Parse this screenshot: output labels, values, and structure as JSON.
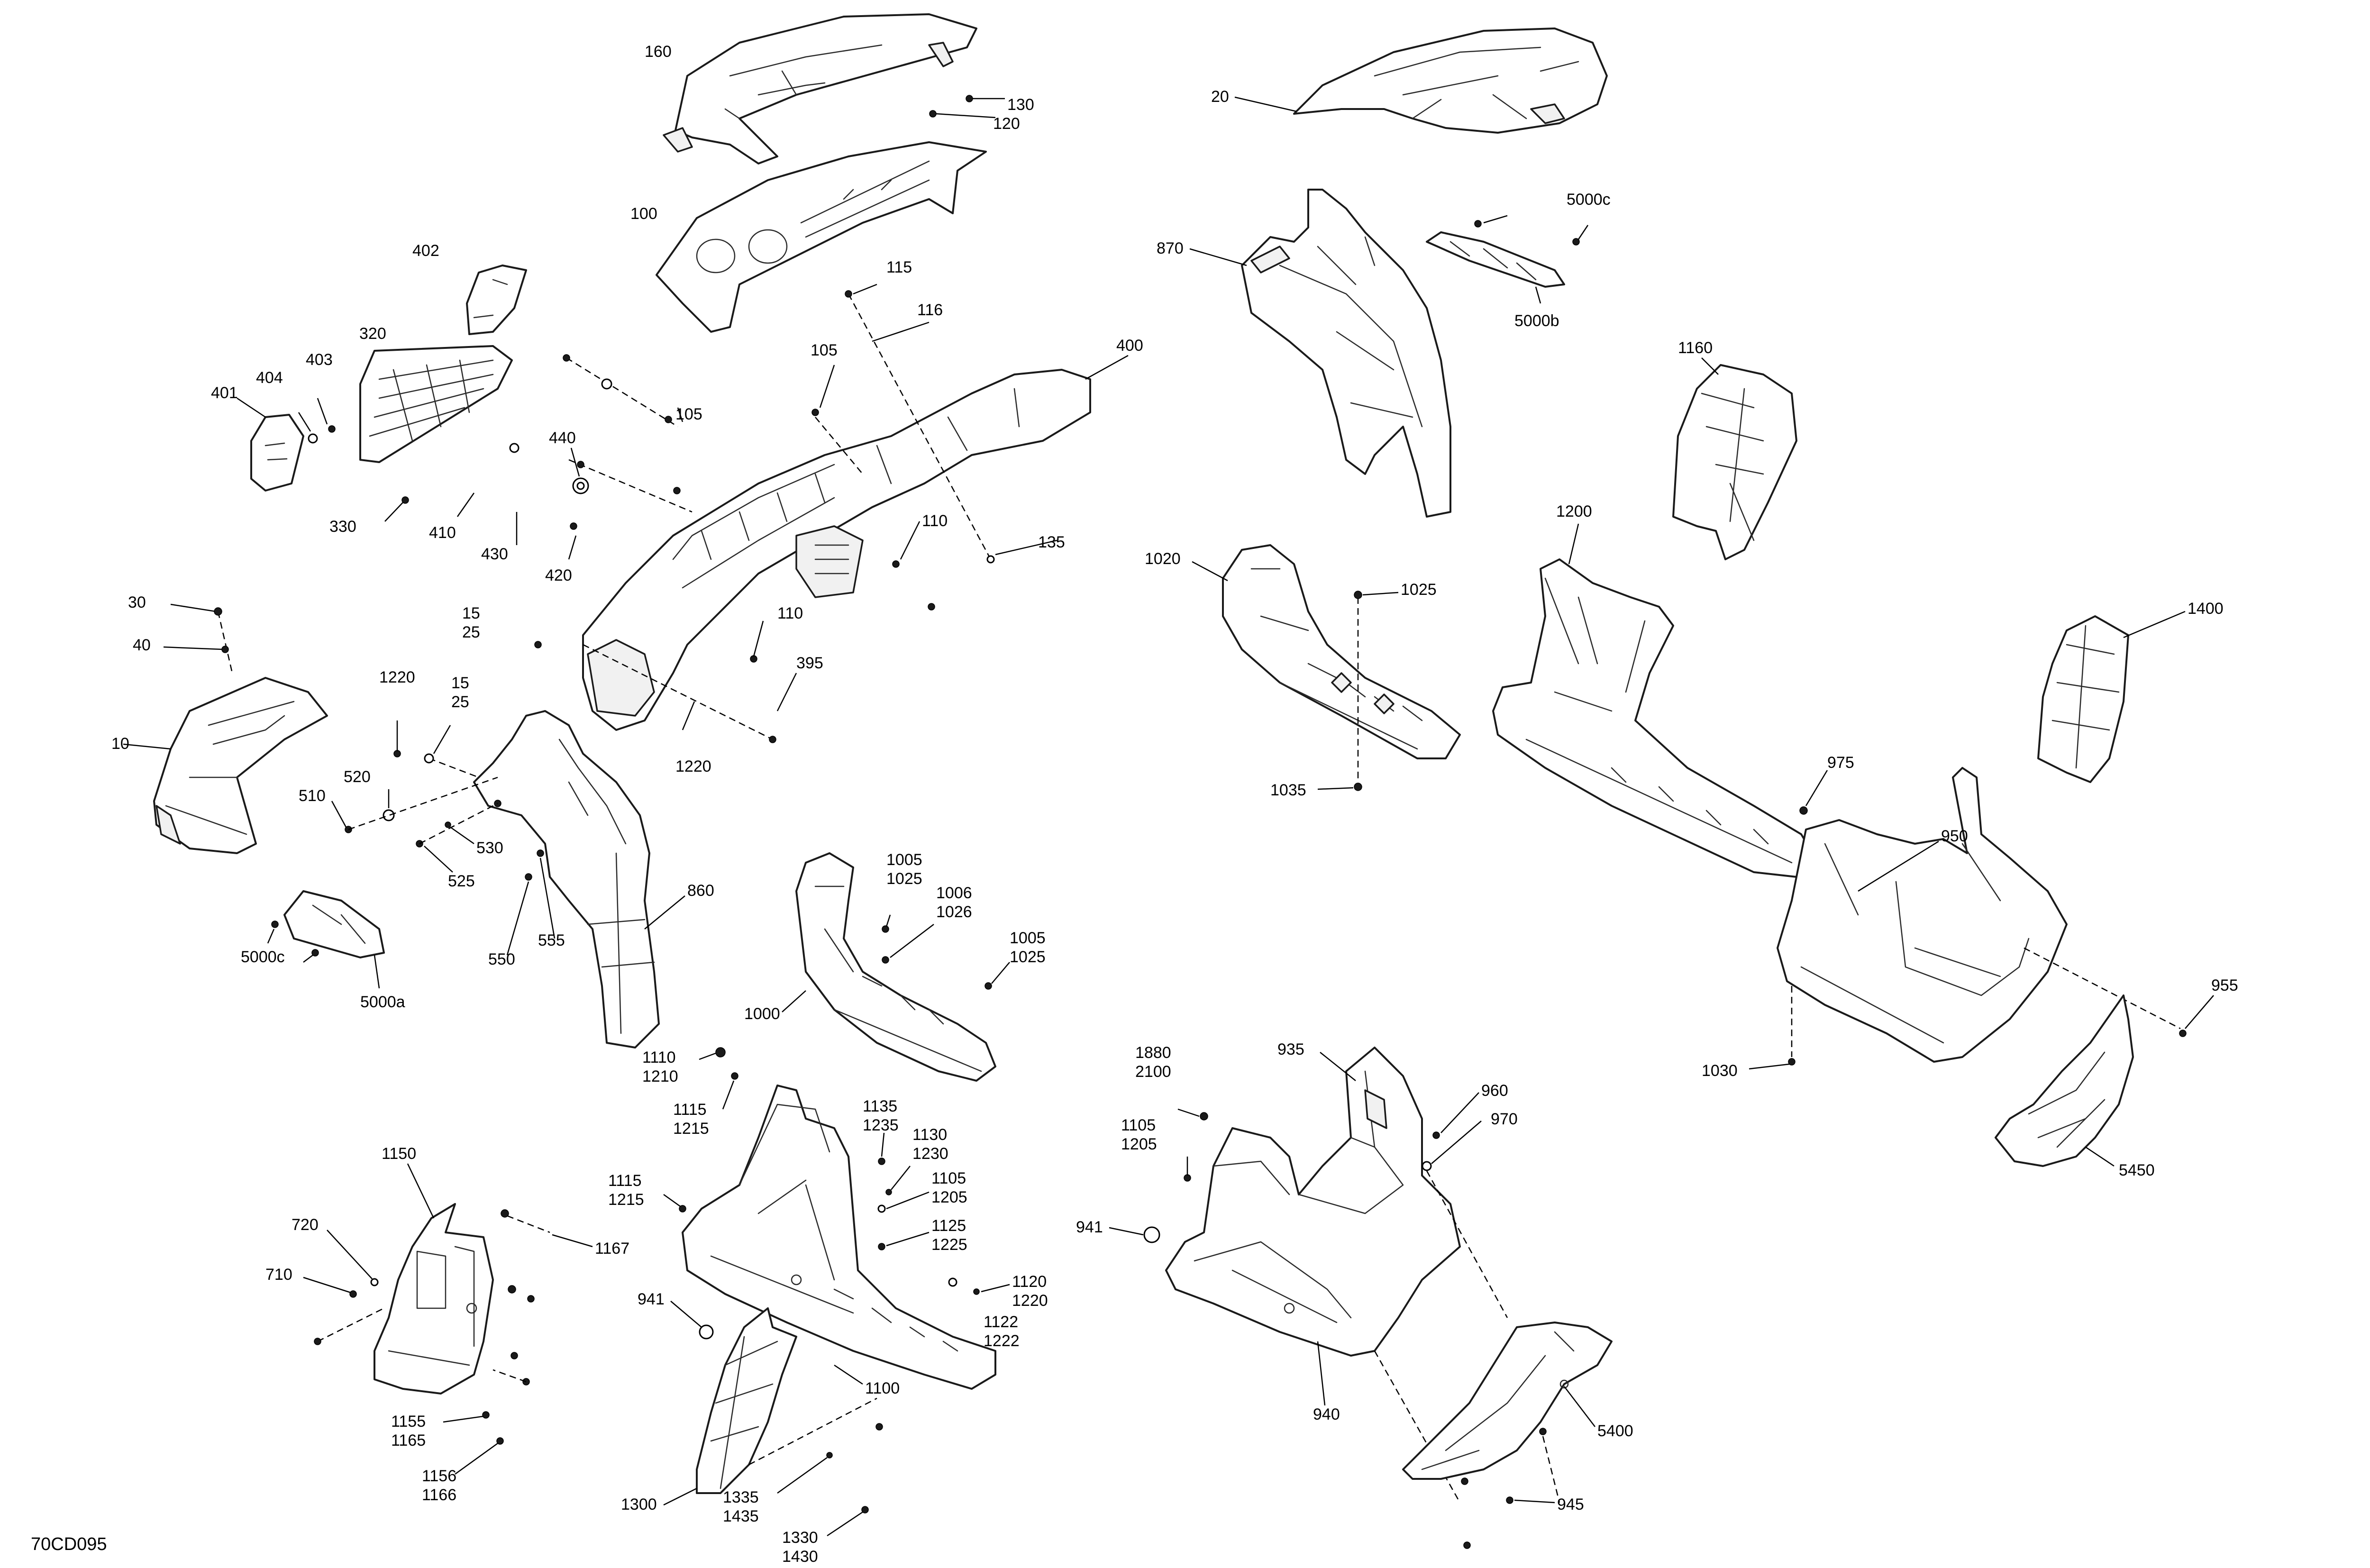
{
  "drawing": {
    "id": "70CD095",
    "callouts": {
      "c160": "160",
      "c130": "130",
      "c120": "120",
      "c100": "100",
      "c402": "402",
      "c320": "320",
      "c401": "401",
      "c404": "404",
      "c403": "403",
      "c330": "330",
      "c115": "115",
      "c116": "116",
      "c105a": "105",
      "c105b": "105",
      "c400": "400",
      "c440": "440",
      "c410": "410",
      "c430": "430",
      "c420": "420",
      "c110a": "110",
      "c135": "135",
      "c110b": "110",
      "c395": "395",
      "c30": "30",
      "c40": "40",
      "c10": "10",
      "c15a": "15",
      "c25a": "25",
      "c1220a": "1220",
      "c15b": "15",
      "c25b": "25",
      "c520": "520",
      "c510": "510",
      "c530": "530",
      "c525": "525",
      "c1220b": "1220",
      "c860": "860",
      "c550": "550",
      "c555": "555",
      "c5000c_l": "5000c",
      "c5000a": "5000a",
      "c20": "20",
      "c5000c_r": "5000c",
      "c5000b": "5000b",
      "c870": "870",
      "c1160": "1160",
      "c1200": "1200",
      "c1020": "1020",
      "c1025": "1025",
      "c1035": "1035",
      "c1400": "1400",
      "c975": "975",
      "c950": "950",
      "c955": "955",
      "c1030": "1030",
      "c5450": "5450",
      "c1005a": "1005",
      "c1025a": "1025",
      "c1006": "1006",
      "c1026": "1026",
      "c1005b": "1005",
      "c1025b": "1025",
      "c1000": "1000",
      "c1110": "1110",
      "c1210": "1210",
      "c1115a": "1115",
      "c1215a": "1215",
      "c1135": "1135",
      "c1235": "1235",
      "c1130": "1130",
      "c1230": "1230",
      "c1115b": "1115",
      "c1215b": "1215",
      "c1105a": "1105",
      "c1205a": "1205",
      "c1125": "1125",
      "c1225": "1225",
      "c1120": "1120",
      "c1220c": "1220",
      "c1122": "1122",
      "c1222": "1222",
      "c1100": "1100",
      "c1150": "1150",
      "c720": "720",
      "c710": "710",
      "c1167": "1167",
      "c1155": "1155",
      "c1165": "1165",
      "c1156": "1156",
      "c1166": "1166",
      "c941a": "941",
      "c1300": "1300",
      "c1335": "1335",
      "c1435": "1435",
      "c1330": "1330",
      "c1430": "1430",
      "c1880": "1880",
      "c2100": "2100",
      "c935": "935",
      "c960": "960",
      "c970": "970",
      "c1105b": "1105",
      "c1205b": "1205",
      "c941b": "941",
      "c940": "940",
      "c5400": "5400",
      "c945": "945"
    }
  }
}
